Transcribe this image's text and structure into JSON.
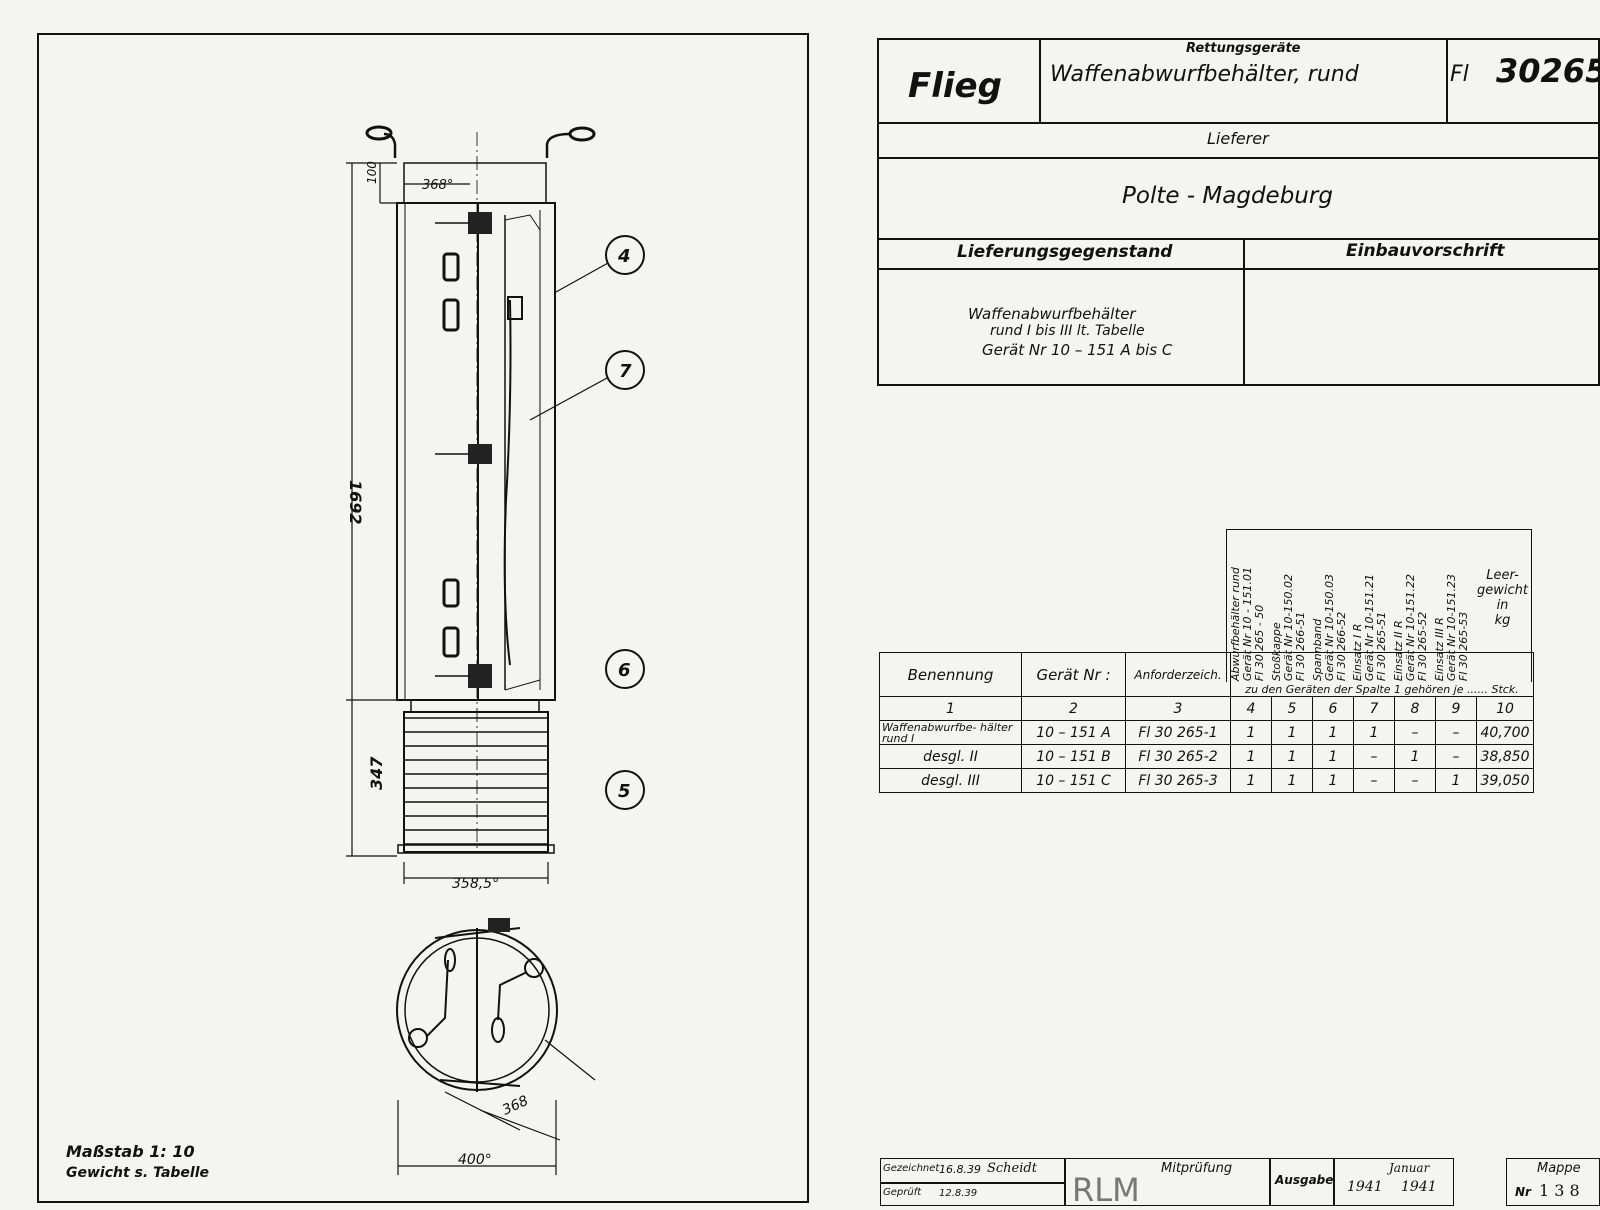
{
  "drawing": {
    "dimensions": {
      "top_height": "100",
      "top_width": "368°",
      "total_length": "1692",
      "bellows_length": "347",
      "bellows_width": "358,5°",
      "diagonal": "368",
      "base_width": "400°"
    },
    "callouts": [
      "4",
      "7",
      "6",
      "5"
    ],
    "scale_note": "Maßstab 1: 10",
    "weight_note": "Gewicht s. Tabelle"
  },
  "title_block": {
    "flieg": "Flieg",
    "category": "Rettungsgeräte",
    "title": "Waffenabwurfbehälter, rund",
    "fl_prefix": "Fl",
    "fl_number": "30265",
    "lieferer_label": "Lieferer",
    "lieferer": "Polte - Magdeburg",
    "gegenstand_label": "Lieferungsgegenstand",
    "einbau_label": "Einbauvorschrift",
    "gegenstand_line1": "Waffenabwurfbehälter",
    "gegenstand_line2": "rund I bis III lt. Tabelle",
    "gegenstand_line3": "Gerät Nr 10 – 151 A bis C"
  },
  "parts_table": {
    "vertical_headers": [
      "Abwurfbehälter rund\nGerät Nr 10 - 151.01\nFl 30 265 - 50",
      "Stoßkappe\nGerät Nr 10-150.02\nFl 30 266-51",
      "Spannband\nGerät Nr 10-150.03\nFl 30 266-52",
      "Einsatz I R\nGerät Nr 10-151.21\nFl 30 265-51",
      "Einsatz II R\nGerät Nr 10-151.22\nFl 30 265-52",
      "Einsatz III R\nGerät Nr 10-151.23\nFl 30 265-53"
    ],
    "leergewicht": "Leer-\ngewicht\nin\nkg",
    "col_benennung": "Benennung",
    "col_geraet": "Gerät Nr :",
    "col_anforder": "Anforderzeich.",
    "span_note": "zu den Geräten der Spalte 1 gehören je ...... Stck.",
    "column_numbers": [
      "1",
      "2",
      "3",
      "4",
      "5",
      "6",
      "7",
      "8",
      "9",
      "10"
    ],
    "rows": [
      {
        "name": "Waffenabwurfbe- hälter rund I",
        "geraet": "10 – 151 A",
        "anf": "Fl 30 265-1",
        "c4": "1",
        "c5": "1",
        "c6": "1",
        "c7": "1",
        "c8": "–",
        "c9": "–",
        "weight": "40,700"
      },
      {
        "name": "desgl. II",
        "geraet": "10 – 151 B",
        "anf": "Fl 30 265-2",
        "c4": "1",
        "c5": "1",
        "c6": "1",
        "c7": "–",
        "c8": "1",
        "c9": "–",
        "weight": "38,850"
      },
      {
        "name": "desgl. III",
        "geraet": "10 – 151 C",
        "anf": "Fl 30 265-3",
        "c4": "1",
        "c5": "1",
        "c6": "1",
        "c7": "–",
        "c8": "–",
        "c9": "1",
        "weight": "39,050"
      }
    ]
  },
  "bottom_strip": {
    "gezeichnet_label": "Gezeichnet",
    "gezeichnet_date": "16.8.39",
    "gezeichnet_sign": "Scheidt",
    "geprueft_label": "Geprüft",
    "geprueft_date": "12.8.39",
    "rlm": "RLM",
    "mitpruefung": "Mitprüfung",
    "ausgabe_label": "Ausgabe",
    "ausgabe_year1": "1941",
    "ausgabe_month": "Januar",
    "ausgabe_year2": "1941",
    "mappe_label": "Mappe",
    "nr_label": "Nr",
    "nr_value": "1 3 8"
  }
}
